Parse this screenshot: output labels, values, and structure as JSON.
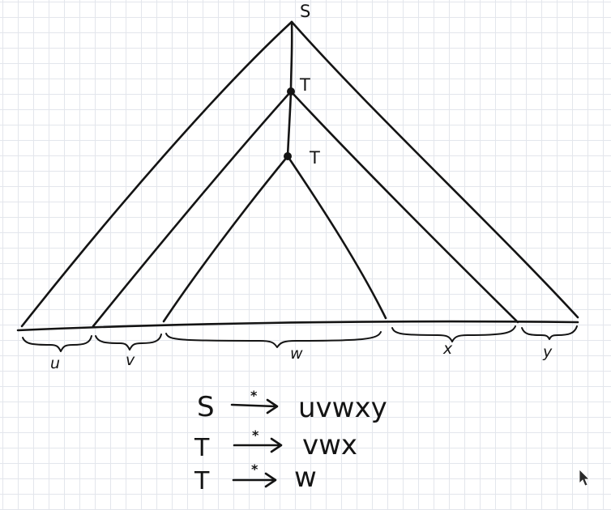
{
  "diagram": {
    "nodes": [
      {
        "id": "root",
        "label": "S"
      },
      {
        "id": "upper",
        "label": "T"
      },
      {
        "id": "lower",
        "label": "T"
      }
    ],
    "segments": [
      "u",
      "v",
      "w",
      "x",
      "y"
    ],
    "derivations": [
      {
        "lhs": "S",
        "arrow": "*",
        "rhs": "uvwxy"
      },
      {
        "lhs": "T",
        "arrow": "*",
        "rhs": "vwx"
      },
      {
        "lhs": "T",
        "arrow": "*",
        "rhs": "w"
      }
    ]
  }
}
